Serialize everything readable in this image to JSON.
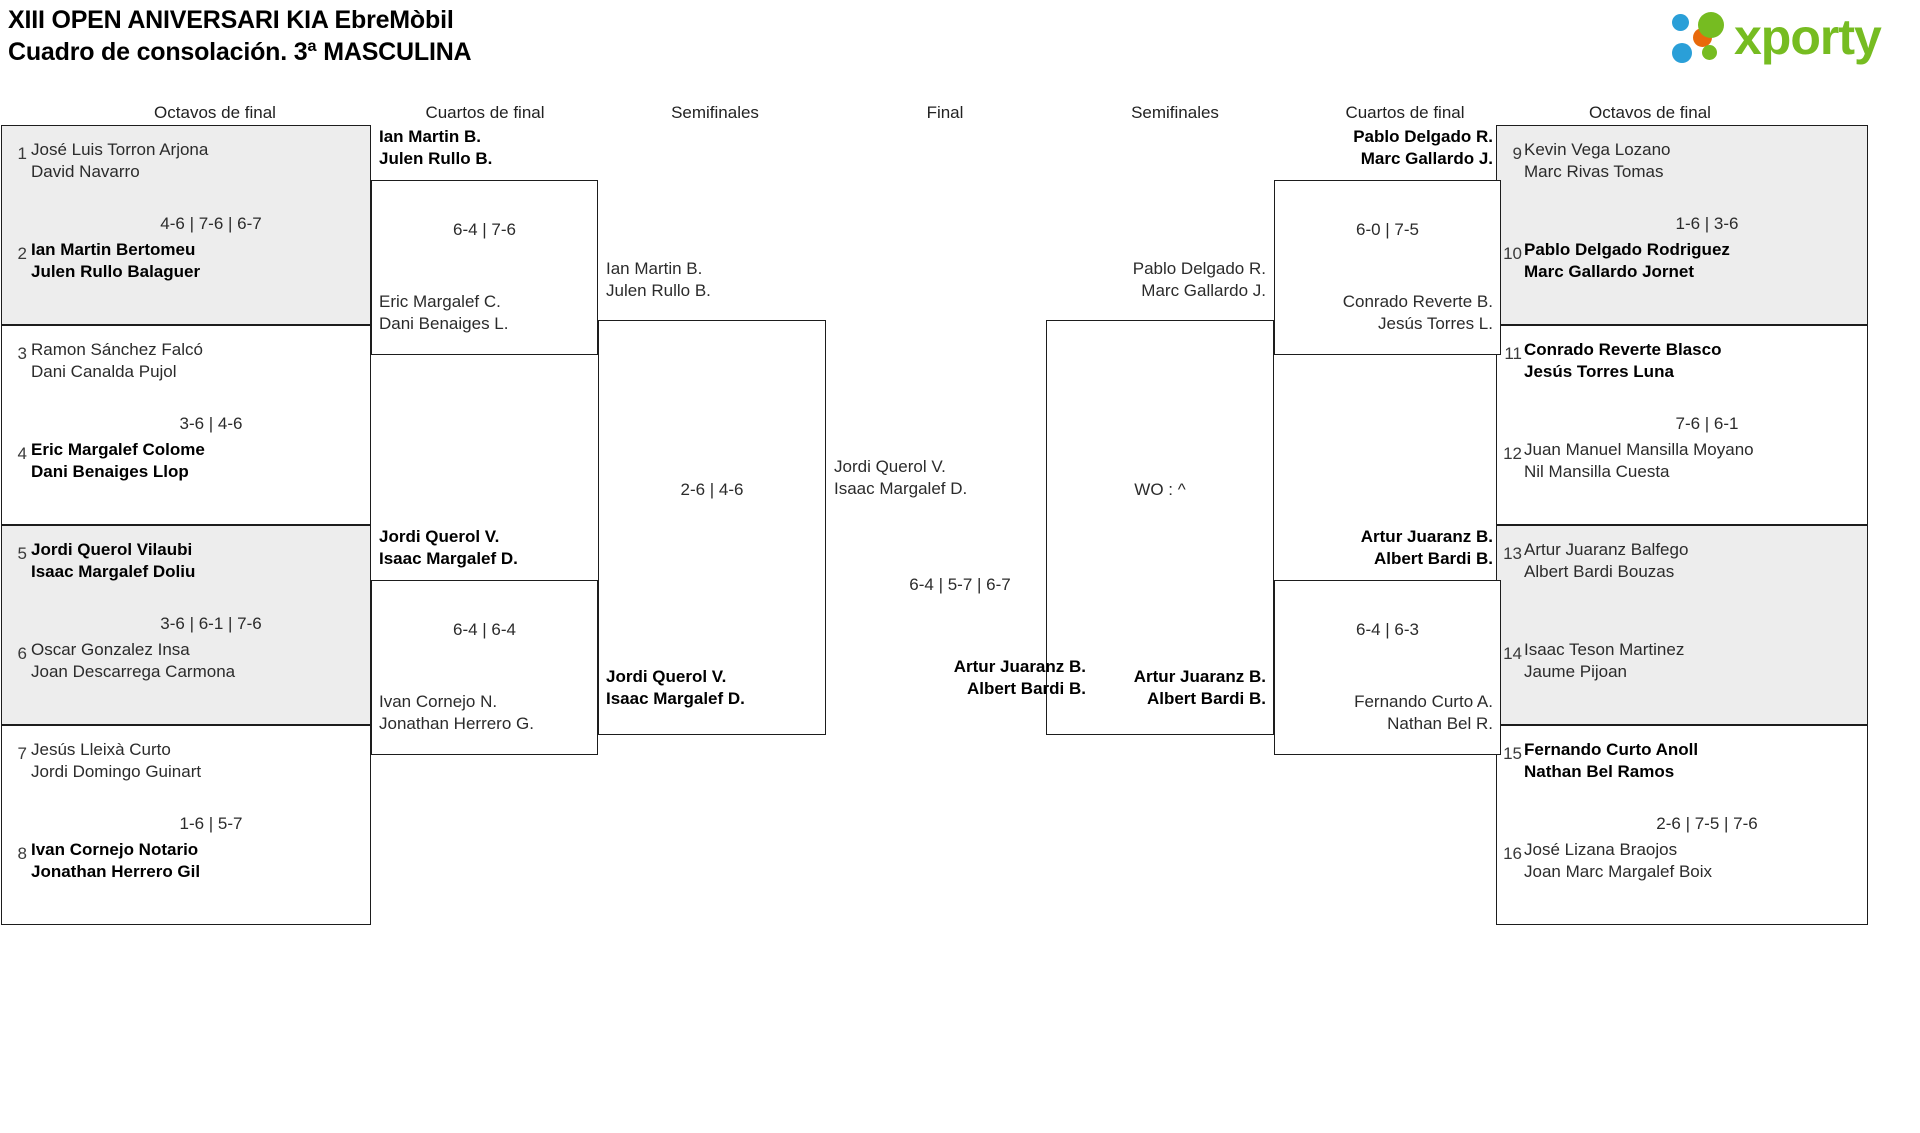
{
  "header": {
    "title_line1": "XIII OPEN ANIVERSARI KIA EbreMòbil",
    "title_line2": "Cuadro de consolación. 3ª MASCULINA",
    "logo_text": "xporty",
    "logo_colors": {
      "green": "#76bc21",
      "blue": "#2a9fd8",
      "orange": "#e8690b"
    }
  },
  "round_headers": {
    "left_r16": "Octavos de final",
    "left_qf": "Cuartos de final",
    "left_sf": "Semifinales",
    "final": "Final",
    "right_sf": "Semifinales",
    "right_qf": "Cuartos de final",
    "right_r16": "Octavos de final"
  },
  "bracket": {
    "left_r16": [
      {
        "seed_top": "1",
        "top_p1": "José Luis Torron Arjona",
        "top_p2": "David Navarro",
        "top_winner": false,
        "score": "4-6 | 7-6 | 6-7",
        "seed_bot": "2",
        "bot_p1": "Ian Martin Bertomeu",
        "bot_p2": "Julen Rullo Balaguer",
        "bot_winner": true
      },
      {
        "seed_top": "3",
        "top_p1": "Ramon Sánchez Falcó",
        "top_p2": "Dani Canalda Pujol",
        "top_winner": false,
        "score": "3-6 | 4-6",
        "seed_bot": "4",
        "bot_p1": "Eric Margalef Colome",
        "bot_p2": "Dani Benaiges Llop",
        "bot_winner": true
      },
      {
        "seed_top": "5",
        "top_p1": "Jordi Querol Vilaubi",
        "top_p2": "Isaac Margalef Doliu",
        "top_winner": true,
        "score": "3-6 | 6-1 | 7-6",
        "seed_bot": "6",
        "bot_p1": "Oscar Gonzalez Insa",
        "bot_p2": "Joan Descarrega Carmona",
        "bot_winner": false
      },
      {
        "seed_top": "7",
        "top_p1": "Jesús Lleixà Curto",
        "top_p2": "Jordi Domingo Guinart",
        "top_winner": false,
        "score": "1-6 | 5-7",
        "seed_bot": "8",
        "bot_p1": "Ivan Cornejo Notario",
        "bot_p2": "Jonathan Herrero Gil",
        "bot_winner": true
      }
    ],
    "left_qf": [
      {
        "top_p1": "Ian Martin B.",
        "top_p2": "Julen Rullo B.",
        "top_winner": true,
        "score": "6-4 | 7-6",
        "bot_p1": "Eric Margalef C.",
        "bot_p2": "Dani Benaiges L.",
        "bot_winner": false
      },
      {
        "top_p1": "Jordi Querol V.",
        "top_p2": "Isaac Margalef D.",
        "top_winner": true,
        "score": "6-4 | 6-4",
        "bot_p1": "Ivan Cornejo N.",
        "bot_p2": "Jonathan Herrero G.",
        "bot_winner": false
      }
    ],
    "left_sf": [
      {
        "top_p1": "Ian Martin B.",
        "top_p2": "Julen Rullo B.",
        "top_winner": false,
        "score": "2-6 | 4-6",
        "bot_p1": "Jordi Querol V.",
        "bot_p2": "Isaac Margalef D.",
        "bot_winner": true
      }
    ],
    "final": [
      {
        "top_p1": "Jordi Querol V.",
        "top_p2": "Isaac Margalef D.",
        "top_winner": false,
        "score": "6-4 | 5-7 | 6-7",
        "bot_p1": "Artur Juaranz B.",
        "bot_p2": "Albert Bardi B.",
        "bot_winner": true
      }
    ],
    "right_sf": [
      {
        "top_p1": "Pablo Delgado R.",
        "top_p2": "Marc Gallardo J.",
        "top_winner": false,
        "score": "WO : ^",
        "bot_p1": "Artur Juaranz B.",
        "bot_p2": "Albert Bardi B.",
        "bot_winner": true
      }
    ],
    "right_qf": [
      {
        "top_p1": "Pablo Delgado R.",
        "top_p2": "Marc Gallardo J.",
        "top_winner": true,
        "score": "6-0 | 7-5",
        "bot_p1": "Conrado Reverte B.",
        "bot_p2": "Jesús Torres L.",
        "bot_winner": false
      },
      {
        "top_p1": "Artur Juaranz B.",
        "top_p2": "Albert Bardi B.",
        "top_winner": true,
        "score": "6-4 | 6-3",
        "bot_p1": "Fernando Curto A.",
        "bot_p2": "Nathan Bel R.",
        "bot_winner": false
      }
    ],
    "right_r16": [
      {
        "seed_top": "9",
        "top_p1": "Kevin Vega Lozano",
        "top_p2": "Marc Rivas Tomas",
        "top_winner": false,
        "score": "1-6 | 3-6",
        "seed_bot": "10",
        "bot_p1": "Pablo Delgado Rodriguez",
        "bot_p2": "Marc Gallardo Jornet",
        "bot_winner": true
      },
      {
        "seed_top": "11",
        "top_p1": "Conrado Reverte Blasco",
        "top_p2": "Jesús Torres Luna",
        "top_winner": true,
        "score": "7-6 | 6-1",
        "seed_bot": "12",
        "bot_p1": "Juan Manuel Mansilla Moyano",
        "bot_p2": "Nil Mansilla Cuesta",
        "bot_winner": false
      },
      {
        "seed_top": "13",
        "top_p1": "Artur Juaranz Balfego",
        "top_p2": "Albert Bardi Bouzas",
        "top_winner": false,
        "score": "",
        "seed_bot": "14",
        "bot_p1": "Isaac Teson Martinez",
        "bot_p2": "Jaume Pijoan",
        "bot_winner": false
      },
      {
        "seed_top": "15",
        "top_p1": "Fernando Curto Anoll",
        "top_p2": "Nathan Bel Ramos",
        "top_winner": true,
        "score": "2-6 | 7-5 | 7-6",
        "seed_bot": "16",
        "bot_p1": "José Lizana Braojos",
        "bot_p2": "Joan Marc Margalef Boix",
        "bot_winner": false
      }
    ]
  }
}
